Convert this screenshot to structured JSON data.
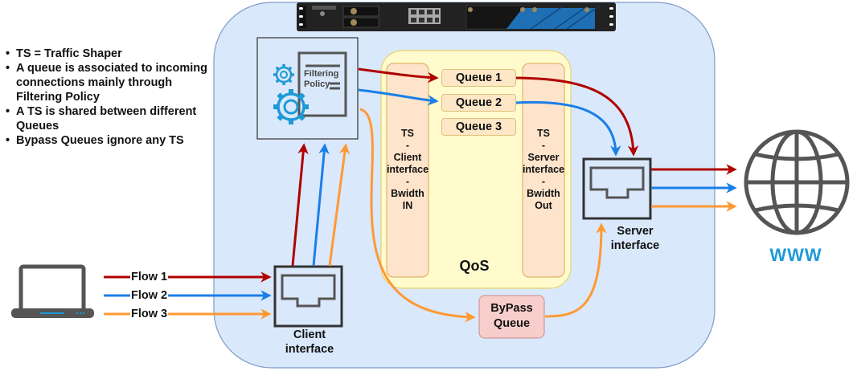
{
  "notes": [
    "TS = Traffic Shaper",
    "A queue is associated to incoming connections mainly through Filtering Policy",
    "A TS is shared between different Queues",
    "Bypass Queues ignore any TS"
  ],
  "filtering_policy": {
    "label_line1": "Filtering",
    "label_line2": "Policy"
  },
  "qos": {
    "title": "QoS",
    "queues": [
      "Queue 1",
      "Queue 2",
      "Queue 3"
    ],
    "ts_client": [
      "TS",
      "-",
      "Client",
      "interface",
      "-",
      "Bwidth",
      "IN"
    ],
    "ts_server": [
      "TS",
      "-",
      "Server",
      "interface",
      "-",
      "Bwidth",
      "Out"
    ]
  },
  "bypass_queue": {
    "line1": "ByPass",
    "line2": "Queue"
  },
  "flows": [
    {
      "label": "Flow 1",
      "color": "#b00000"
    },
    {
      "label": "Flow 2",
      "color": "#1a7fe8"
    },
    {
      "label": "Flow 3",
      "color": "#ff9933"
    }
  ],
  "client_interface": {
    "line1": "Client",
    "line2": "interface"
  },
  "server_interface": {
    "line1": "Server",
    "line2": "interface"
  },
  "www_label": "WWW",
  "colors": {
    "panel_fill": "#dae8fc",
    "panel_stroke": "#6c8ebf",
    "qos_fill": "#fffbcc",
    "qos_stroke": "#e6d16e",
    "ts_fill": "#ffe4cc",
    "bypass_fill": "#f8cecc",
    "icon_blue": "#1e9ad6",
    "icon_gray": "#555555"
  }
}
